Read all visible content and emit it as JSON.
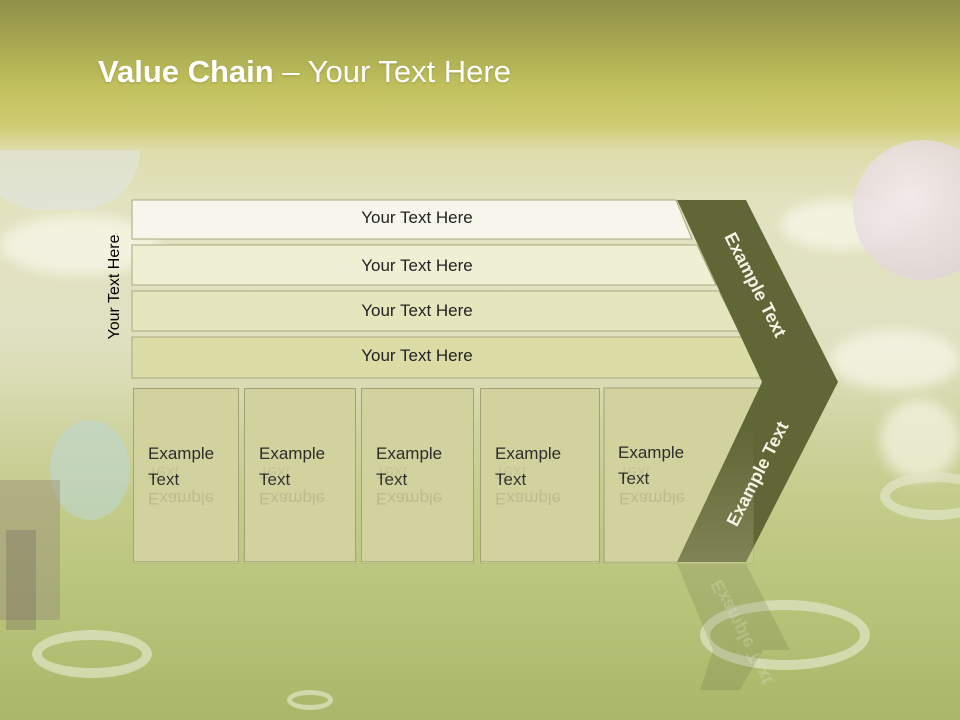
{
  "title": {
    "bold": "Value Chain",
    "rest": " – Your Text Here"
  },
  "side_label": "Your Text Here",
  "rows": [
    {
      "label": "Your Text Here"
    },
    {
      "label": "Your Text Here"
    },
    {
      "label": "Your Text Here"
    },
    {
      "label": "Your Text Here"
    }
  ],
  "columns": [
    {
      "line1": "Example",
      "line2": "Text"
    },
    {
      "line1": "Example",
      "line2": "Text"
    },
    {
      "line1": "Example",
      "line2": "Text"
    },
    {
      "line1": "Example",
      "line2": "Text"
    },
    {
      "line1": "Example",
      "line2": "Text"
    }
  ],
  "arrow_top_label": "Example Text",
  "arrow_bottom_label": "Example Text",
  "colors": {
    "arrow": "#616637",
    "row_fills": [
      "#f6f6ec",
      "#efefd4",
      "#e6e6be",
      "#dcdca6"
    ],
    "column_fill": "#d2d29f"
  }
}
